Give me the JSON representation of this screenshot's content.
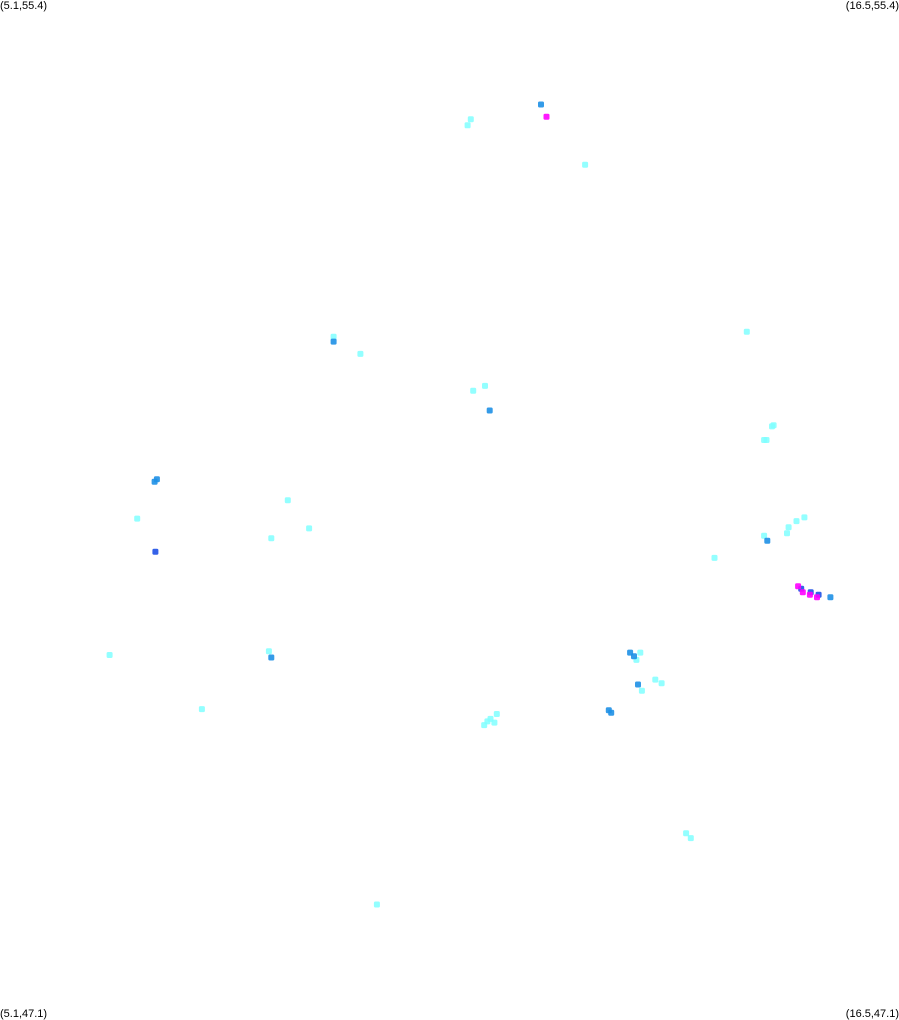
{
  "corners": {
    "top_left": "(5.1,55.4)",
    "top_right": "(16.5,55.4)",
    "bottom_left": "(5.1,47.1)",
    "bottom_right": "(16.5,47.1)"
  },
  "chart_data": {
    "type": "scatter",
    "xlim": [
      5.1,
      16.5
    ],
    "ylim": [
      47.1,
      55.4
    ],
    "colors": {
      "light": "#80ffff",
      "medium": "#1e90e6",
      "dark": "#1e50e6",
      "high": "#ff00ff"
    },
    "points": [
      {
        "x": 11.96,
        "y": 54.55,
        "level": "medium"
      },
      {
        "x": 12.03,
        "y": 54.45,
        "level": "high"
      },
      {
        "x": 11.07,
        "y": 54.43,
        "level": "light"
      },
      {
        "x": 11.03,
        "y": 54.38,
        "level": "light"
      },
      {
        "x": 12.52,
        "y": 54.06,
        "level": "light"
      },
      {
        "x": 14.57,
        "y": 52.7,
        "level": "light"
      },
      {
        "x": 9.33,
        "y": 52.66,
        "level": "light"
      },
      {
        "x": 9.33,
        "y": 52.62,
        "level": "medium"
      },
      {
        "x": 9.67,
        "y": 52.52,
        "level": "light"
      },
      {
        "x": 11.25,
        "y": 52.26,
        "level": "light"
      },
      {
        "x": 11.1,
        "y": 52.22,
        "level": "light"
      },
      {
        "x": 11.31,
        "y": 52.06,
        "level": "medium"
      },
      {
        "x": 14.91,
        "y": 51.94,
        "level": "light"
      },
      {
        "x": 14.89,
        "y": 51.93,
        "level": "light"
      },
      {
        "x": 14.79,
        "y": 51.82,
        "level": "light"
      },
      {
        "x": 14.82,
        "y": 51.82,
        "level": "light"
      },
      {
        "x": 7.09,
        "y": 51.5,
        "level": "medium"
      },
      {
        "x": 7.06,
        "y": 51.48,
        "level": "medium"
      },
      {
        "x": 8.75,
        "y": 51.33,
        "level": "light"
      },
      {
        "x": 6.84,
        "y": 51.18,
        "level": "light"
      },
      {
        "x": 15.3,
        "y": 51.19,
        "level": "light"
      },
      {
        "x": 15.2,
        "y": 51.16,
        "level": "light"
      },
      {
        "x": 15.1,
        "y": 51.11,
        "level": "light"
      },
      {
        "x": 15.08,
        "y": 51.06,
        "level": "light"
      },
      {
        "x": 9.02,
        "y": 51.1,
        "level": "light"
      },
      {
        "x": 8.54,
        "y": 51.02,
        "level": "light"
      },
      {
        "x": 14.79,
        "y": 51.04,
        "level": "light"
      },
      {
        "x": 14.83,
        "y": 51.0,
        "level": "medium"
      },
      {
        "x": 7.07,
        "y": 50.91,
        "level": "dark"
      },
      {
        "x": 14.16,
        "y": 50.86,
        "level": "light"
      },
      {
        "x": 15.26,
        "y": 50.61,
        "level": "dark"
      },
      {
        "x": 15.22,
        "y": 50.63,
        "level": "high"
      },
      {
        "x": 15.28,
        "y": 50.58,
        "level": "high"
      },
      {
        "x": 15.38,
        "y": 50.58,
        "level": "dark"
      },
      {
        "x": 15.37,
        "y": 50.56,
        "level": "high"
      },
      {
        "x": 15.48,
        "y": 50.56,
        "level": "dark"
      },
      {
        "x": 15.46,
        "y": 50.54,
        "level": "high"
      },
      {
        "x": 15.63,
        "y": 50.54,
        "level": "medium"
      },
      {
        "x": 13.09,
        "y": 50.09,
        "level": "medium"
      },
      {
        "x": 13.22,
        "y": 50.09,
        "level": "light"
      },
      {
        "x": 13.17,
        "y": 50.03,
        "level": "light"
      },
      {
        "x": 13.14,
        "y": 50.06,
        "level": "medium"
      },
      {
        "x": 6.49,
        "y": 50.07,
        "level": "light"
      },
      {
        "x": 8.51,
        "y": 50.1,
        "level": "light"
      },
      {
        "x": 8.54,
        "y": 50.05,
        "level": "medium"
      },
      {
        "x": 13.41,
        "y": 49.87,
        "level": "light"
      },
      {
        "x": 13.49,
        "y": 49.84,
        "level": "light"
      },
      {
        "x": 13.19,
        "y": 49.83,
        "level": "medium"
      },
      {
        "x": 13.24,
        "y": 49.78,
        "level": "light"
      },
      {
        "x": 12.82,
        "y": 49.62,
        "level": "medium"
      },
      {
        "x": 12.85,
        "y": 49.6,
        "level": "medium"
      },
      {
        "x": 11.4,
        "y": 49.59,
        "level": "light"
      },
      {
        "x": 11.32,
        "y": 49.55,
        "level": "light"
      },
      {
        "x": 11.28,
        "y": 49.53,
        "level": "light"
      },
      {
        "x": 11.37,
        "y": 49.52,
        "level": "light"
      },
      {
        "x": 11.24,
        "y": 49.5,
        "level": "light"
      },
      {
        "x": 7.66,
        "y": 49.63,
        "level": "light"
      },
      {
        "x": 13.8,
        "y": 48.62,
        "level": "light"
      },
      {
        "x": 13.86,
        "y": 48.58,
        "level": "light"
      },
      {
        "x": 9.88,
        "y": 48.04,
        "level": "light"
      }
    ]
  }
}
